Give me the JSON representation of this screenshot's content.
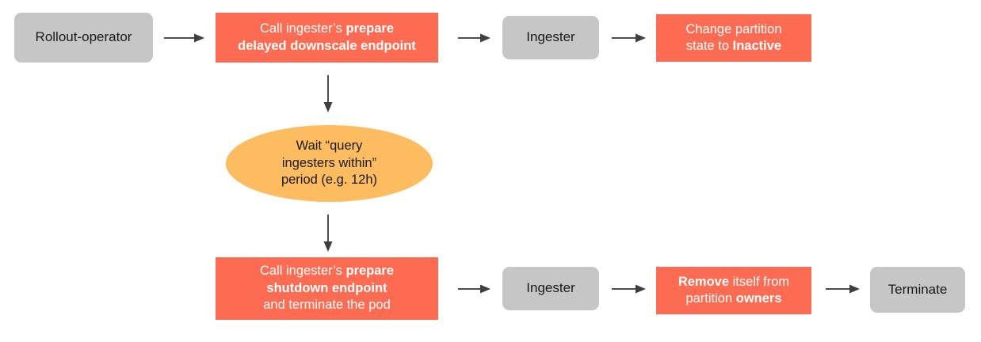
{
  "diagram": {
    "title": "Ingester delayed downscale and shutdown flow",
    "colors": {
      "gray": "#C6C6C6",
      "coral": "#FC6B52",
      "orange": "#FCBC5F",
      "arrow": "#4D4D4D",
      "dark_text": "#1A1A1A",
      "light_text": "#FFFFFF",
      "background": "#FFFFFF"
    },
    "nodes": {
      "rollout_operator": {
        "shape": "rounded-rect",
        "fill": "gray",
        "lines": [
          {
            "text": "Rollout-operator",
            "bold": false
          }
        ]
      },
      "prepare_delayed_downscale": {
        "shape": "rect",
        "fill": "coral",
        "lines": [
          {
            "text": "Call ingester’s ",
            "bold": false,
            "tail": "prepare",
            "tail_bold": true
          },
          {
            "text": "delayed downscale endpoint",
            "bold": true
          }
        ]
      },
      "ingester_top": {
        "shape": "rounded-rect",
        "fill": "gray",
        "lines": [
          {
            "text": "Ingester",
            "bold": false
          }
        ]
      },
      "change_partition_state": {
        "shape": "rect",
        "fill": "coral",
        "lines": [
          {
            "text": "Change partition",
            "bold": false
          },
          {
            "text": "state to ",
            "bold": false,
            "tail": "Inactive",
            "tail_bold": true
          }
        ]
      },
      "wait_period": {
        "shape": "ellipse",
        "fill": "orange",
        "lines": [
          {
            "text": "Wait “query",
            "bold": false
          },
          {
            "text": "ingesters within”",
            "bold": false
          },
          {
            "text": "period (e.g. 12h)",
            "bold": false
          }
        ]
      },
      "prepare_shutdown": {
        "shape": "rect",
        "fill": "coral",
        "lines": [
          {
            "text": "Call ingester’s ",
            "bold": false,
            "tail": "prepare",
            "tail_bold": true
          },
          {
            "text": "shutdown endpoint",
            "bold": true
          },
          {
            "text": "and terminate the pod",
            "bold": false
          }
        ]
      },
      "ingester_bottom": {
        "shape": "rounded-rect",
        "fill": "gray",
        "lines": [
          {
            "text": "Ingester",
            "bold": false
          }
        ]
      },
      "remove_from_owners": {
        "shape": "rect",
        "fill": "coral",
        "lines": [
          {
            "text": "Remove",
            "bold": true,
            "tail": " itself from",
            "tail_bold": false
          },
          {
            "text": "partition ",
            "bold": false,
            "tail": "owners",
            "tail_bold": true
          }
        ]
      },
      "terminate": {
        "shape": "rounded-rect",
        "fill": "gray",
        "lines": [
          {
            "text": "Terminate",
            "bold": false
          }
        ]
      }
    },
    "edges": [
      {
        "name": "rollout-operator-to-prepare-delayed-downscale",
        "direction": "right"
      },
      {
        "name": "prepare-delayed-downscale-to-ingester-top",
        "direction": "right"
      },
      {
        "name": "ingester-top-to-change-partition-state",
        "direction": "right"
      },
      {
        "name": "prepare-delayed-downscale-to-wait-period",
        "direction": "down"
      },
      {
        "name": "wait-period-to-prepare-shutdown",
        "direction": "down"
      },
      {
        "name": "prepare-shutdown-to-ingester-bottom",
        "direction": "right"
      },
      {
        "name": "ingester-bottom-to-remove-from-owners",
        "direction": "right"
      },
      {
        "name": "remove-from-owners-to-terminate",
        "direction": "right"
      }
    ]
  }
}
